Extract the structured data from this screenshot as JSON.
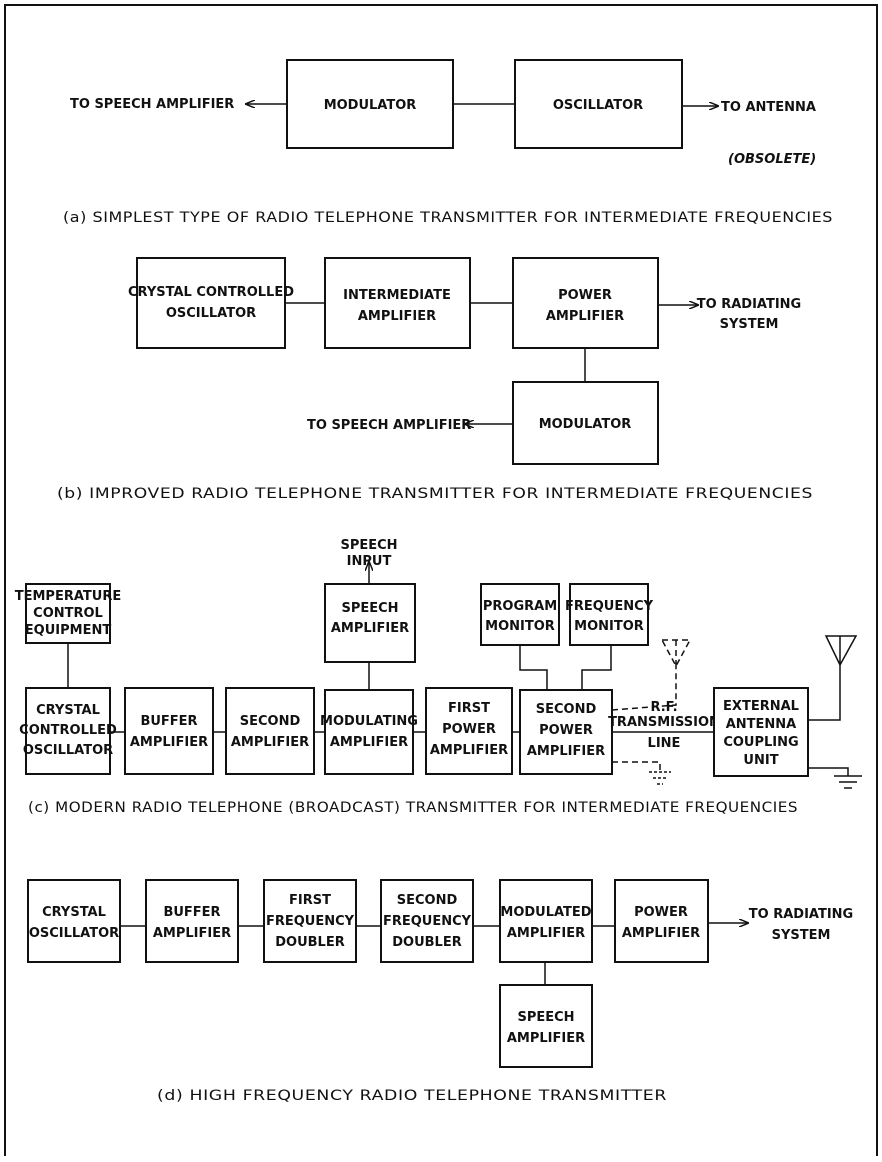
{
  "diagram_a": {
    "to_speech": "TO SPEECH AMPLIFIER",
    "modulator": "MODULATOR",
    "oscillator": "OSCILLATOR",
    "to_antenna": "TO ANTENNA",
    "obsolete": "(OBSOLETE)",
    "caption": "(a) SIMPLEST TYPE OF RADIO TELEPHONE TRANSMITTER FOR INTERMEDIATE FREQUENCIES"
  },
  "diagram_b": {
    "crystal": [
      "CRYSTAL CONTROLLED",
      "OSCILLATOR"
    ],
    "intermediate": [
      "INTERMEDIATE",
      "AMPLIFIER"
    ],
    "power": [
      "POWER",
      "AMPLIFIER"
    ],
    "to_radiating": [
      "TO RADIATING",
      "SYSTEM"
    ],
    "modulator": "MODULATOR",
    "to_speech": "TO SPEECH AMPLIFIER",
    "caption": "(b) IMPROVED RADIO TELEPHONE TRANSMITTER FOR INTERMEDIATE FREQUENCIES"
  },
  "diagram_c": {
    "speech_input": [
      "SPEECH",
      "INPUT"
    ],
    "temperature": [
      "TEMPERATURE",
      "CONTROL",
      "EQUIPMENT"
    ],
    "speech_amp": [
      "SPEECH",
      "AMPLIFIER"
    ],
    "program_monitor": [
      "PROGRAM",
      "MONITOR"
    ],
    "frequency_monitor": [
      "FREQUENCY",
      "MONITOR"
    ],
    "crystal": [
      "CRYSTAL",
      "CONTROLLED",
      "OSCILLATOR"
    ],
    "buffer": [
      "BUFFER",
      "AMPLIFIER"
    ],
    "second_amp": [
      "SECOND",
      "AMPLIFIER"
    ],
    "modulating": [
      "MODULATING",
      "AMPLIFIER"
    ],
    "first_power": [
      "FIRST",
      "POWER",
      "AMPLIFIER"
    ],
    "second_power": [
      "SECOND",
      "POWER",
      "AMPLIFIER"
    ],
    "rf_line": [
      "R.F.",
      "TRANSMISSION",
      "LINE"
    ],
    "coupling": [
      "EXTERNAL",
      "ANTENNA",
      "COUPLING",
      "UNIT"
    ],
    "caption": "(c) MODERN RADIO TELEPHONE (BROADCAST) TRANSMITTER FOR INTERMEDIATE FREQUENCIES"
  },
  "diagram_d": {
    "crystal": [
      "CRYSTAL",
      "OSCILLATOR"
    ],
    "buffer": [
      "BUFFER",
      "AMPLIFIER"
    ],
    "first_doubler": [
      "FIRST",
      "FREQUENCY",
      "DOUBLER"
    ],
    "second_doubler": [
      "SECOND",
      "FREQUENCY",
      "DOUBLER"
    ],
    "modulated": [
      "MODULATED",
      "AMPLIFIER"
    ],
    "power": [
      "POWER",
      "AMPLIFIER"
    ],
    "to_radiating": [
      "TO RADIATING",
      "SYSTEM"
    ],
    "speech": [
      "SPEECH",
      "AMPLIFIER"
    ],
    "caption": "(d) HIGH FREQUENCY RADIO TELEPHONE TRANSMITTER"
  }
}
